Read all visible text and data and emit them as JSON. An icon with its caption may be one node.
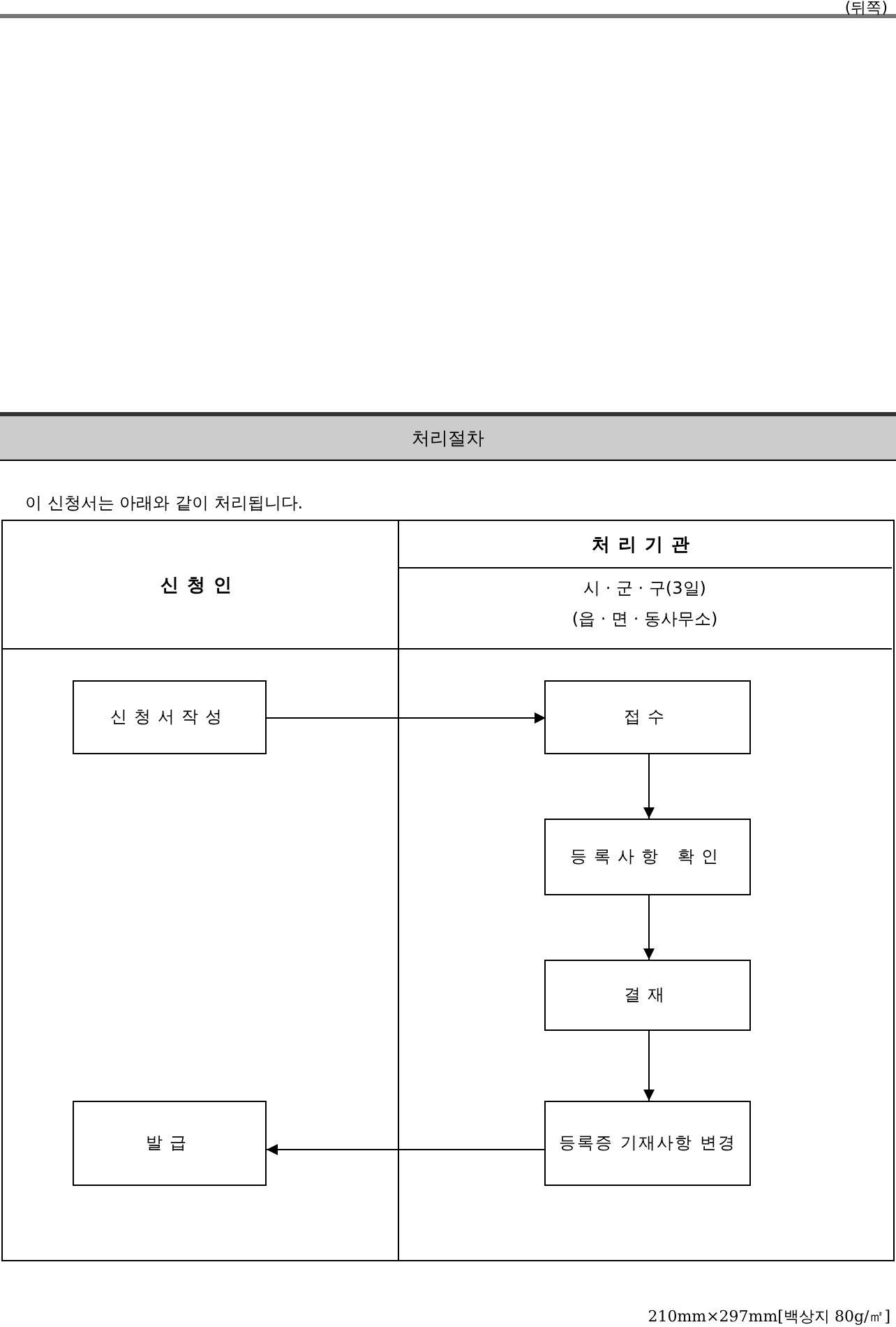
{
  "diagram": {
    "title": "처리절차",
    "nodes": [
      {
        "text": [
          "신청인"
        ]
      },
      {
        "text": [
          "처리기관",
          "시 · 군 · 구(3일) (읍 · 면 · 동사무소)"
        ]
      },
      {
        "text": [
          "신청서작성"
        ],
        "in": 0
      },
      {
        "text": [
          "접수"
        ],
        "in": 1
      },
      {
        "text": [
          "등록사항 확인"
        ],
        "in": 1
      },
      {
        "text": [
          "결재"
        ],
        "in": 1
      },
      {
        "text": [
          "등록증 기재사항 변경"
        ],
        "in": 1
      },
      {
        "text": [
          "발급"
        ],
        "in": 0
      }
    ],
    "edges": [
      {
        "from": 2,
        "to": 3,
        "arrow": "to"
      },
      {
        "from": 3,
        "to": 4,
        "arrow": "to"
      },
      {
        "from": 4,
        "to": 5,
        "arrow": "to"
      },
      {
        "from": 5,
        "to": 6,
        "arrow": "to"
      },
      {
        "from": 6,
        "to": 7,
        "arrow": "to"
      }
    ],
    "labels": [
      "(뒤쪽)",
      "이 신청서는 아래와 같이 처리됩니다.",
      "210mm×297mm[백상지 80g/㎡]"
    ]
  }
}
